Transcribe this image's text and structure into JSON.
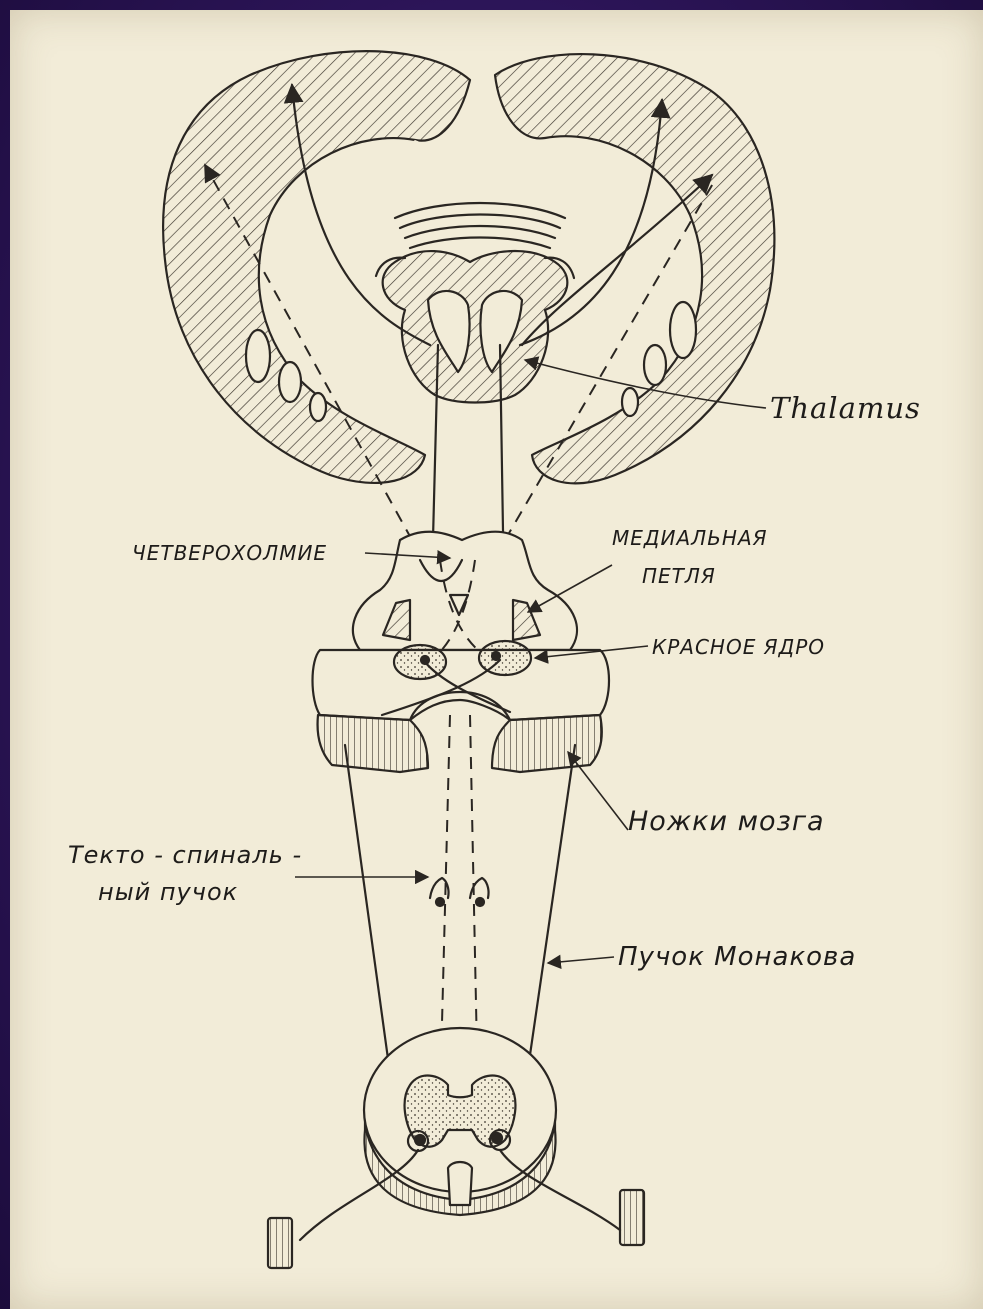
{
  "labels": {
    "thalamus": "Thalamus",
    "chetverokholmie": "ЧЕТВЕРОХОЛМИЕ",
    "medial_lemniscus_1": "МЕДИАЛЬНАЯ",
    "medial_lemniscus_2": "ПЕТЛЯ",
    "red_nucleus": "КРАСНОЕ  ЯДРО",
    "cerebral_peduncles": "Ножки  мозга",
    "tectospinal_1": "Текто - спиналь -",
    "tectospinal_2": "ный  пучок",
    "monakov_bundle": "Пучок  Монакова"
  },
  "colors": {
    "frame": "#2b1456",
    "paper": "#f2ecd8",
    "ink": "#2a2622"
  }
}
